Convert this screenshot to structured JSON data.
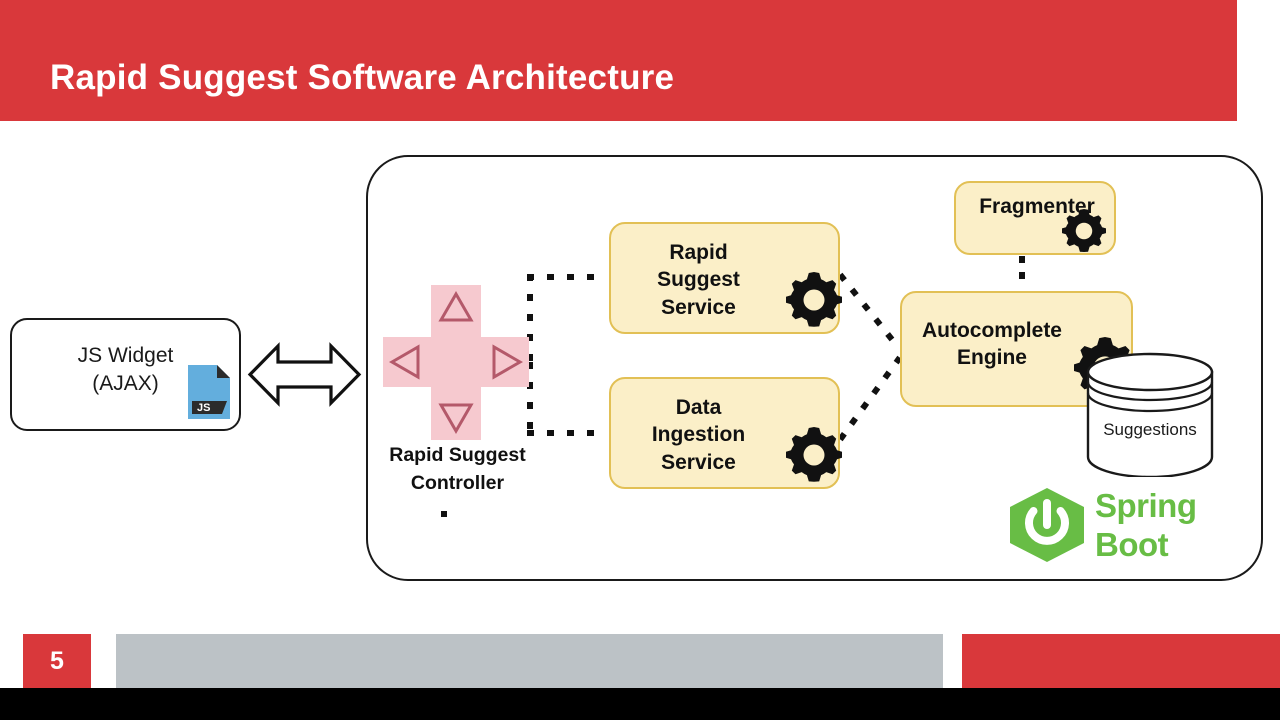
{
  "slide": {
    "title": "Rapid Suggest Software Architecture",
    "page_number": "5",
    "banner_color": "#d9383b",
    "footer_gray_color": "#bcc2c6",
    "footer_black_color": "#000000"
  },
  "diagram": {
    "client": {
      "label": "JS Widget\n(AJAX)",
      "icon": "js-file-icon",
      "icon_badge": "JS",
      "icon_color": "#63aedd"
    },
    "connector_client_to_controller": "bidirectional-arrow",
    "controller": {
      "label": "Rapid Suggest\nController",
      "shape": "cross",
      "fill_color": "#f6c9cf",
      "arrow_color": "#b4596a",
      "arrows": [
        "up-triangle",
        "left-triangle",
        "right-triangle",
        "down-triangle"
      ]
    },
    "services": [
      {
        "id": "rapid-suggest-service",
        "label": "Rapid\nSuggest\nService",
        "icon": "gear-icon",
        "fill_color": "#fbefc8",
        "border_color": "#e2c055"
      },
      {
        "id": "data-ingestion-service",
        "label": "Data\nIngestion\nService",
        "icon": "gear-icon",
        "fill_color": "#fbefc8",
        "border_color": "#e2c055"
      },
      {
        "id": "fragmenter",
        "label": "Fragmenter",
        "icon": "gear-icon",
        "fill_color": "#fbefc8",
        "border_color": "#e2c055"
      },
      {
        "id": "autocomplete-engine",
        "label": "Autocomplete\nEngine",
        "icon": "gear-icon",
        "fill_color": "#fbefc8",
        "border_color": "#e2c055"
      }
    ],
    "datastore": {
      "label": "Suggestions",
      "shape": "cylinder"
    },
    "framework": {
      "name": "Spring\nBoot",
      "color": "#68bd45",
      "mark": "spring-boot-leaf-icon"
    },
    "system_boundary": {
      "label": "",
      "border_color": "#1a1a1a"
    }
  }
}
